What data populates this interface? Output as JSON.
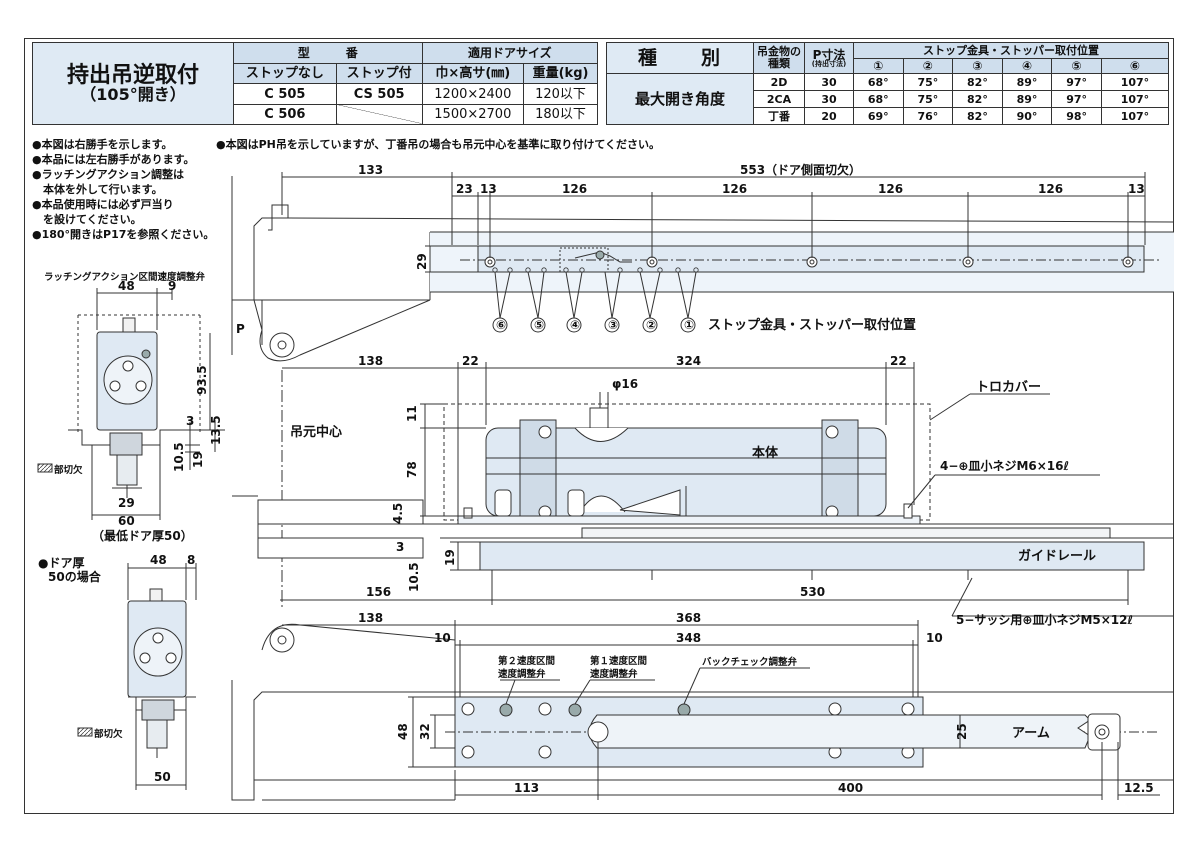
{
  "title": {
    "main": "持出吊逆取付",
    "sub": "（105°開き）"
  },
  "model_table": {
    "h_model": "型　　　番",
    "h_door": "適用ドアサイズ",
    "h_nostop": "ストップなし",
    "h_stop": "ストップ付",
    "h_size": "巾×高サ(㎜)",
    "h_weight": "重量(kg)",
    "rows": [
      {
        "nostop": "C 505",
        "stop": "CS 505",
        "size": "1200×2400",
        "weight": "120以下"
      },
      {
        "nostop": "C 506",
        "stop": "",
        "size": "1500×2700",
        "weight": "180以下"
      }
    ]
  },
  "angle_table": {
    "h_kind": "種　　別",
    "h_max": "最大開き角度",
    "h_hinge": "吊金物の種類",
    "h_p": "P寸法",
    "h_p_sub": "(持出寸法)",
    "h_pos": "ストップ金具・ストッパー取付位置",
    "cols": [
      "①",
      "②",
      "③",
      "④",
      "⑤",
      "⑥"
    ],
    "rows": [
      {
        "hinge": "2D",
        "p": "30",
        "vals": [
          "68°",
          "75°",
          "82°",
          "89°",
          "97°",
          "107°"
        ]
      },
      {
        "hinge": "2CA",
        "p": "30",
        "vals": [
          "68°",
          "75°",
          "82°",
          "89°",
          "97°",
          "107°"
        ]
      },
      {
        "hinge": "丁番",
        "p": "20",
        "vals": [
          "69°",
          "76°",
          "82°",
          "90°",
          "98°",
          "107°"
        ]
      }
    ]
  },
  "notes_left": [
    "●本図は右勝手を示します。",
    "●本品には左右勝手があります。",
    "●ラッチングアクション調整は",
    "　本体を外して行います。",
    "●本品使用時には必ず戸当り",
    "　を設けてください。",
    "●180°開きはP17を参照ください。"
  ],
  "note_top": "●本図はPH吊を示していますが、丁番吊の場合も吊元中心を基準に取り付けてください。",
  "labels": {
    "latch_valve": "ラッチングアクション区間速度調整弁",
    "cutout": "部切欠",
    "cutout2": "部切欠",
    "min_door": "（最低ドア厚50）",
    "door50_a": "●ドア厚",
    "door50_b": "50の場合",
    "stop_pos": "ストップ金具・ストッパー取付位置",
    "pivot_center": "吊元中心",
    "cover": "トロカバー",
    "body": "本体",
    "screw_m6": "4−⊕皿小ネジM6×16ℓ",
    "guide": "ガイドレール",
    "screw_m5": "5−サッシ用⊕皿小ネジM5×12ℓ",
    "speed2_a": "第２速度区間",
    "speed2_b": "速度調整弁",
    "speed1_a": "第１速度区間",
    "speed1_b": "速度調整弁",
    "backcheck": "バックチェック調整弁",
    "arm": "アーム",
    "p": "P",
    "phi16": "φ16"
  },
  "dims": {
    "d133": "133",
    "d553": "553（ドア側面切欠）",
    "d23": "23",
    "d13a": "13",
    "d126a": "126",
    "d126b": "126",
    "d126c": "126",
    "d126d": "126",
    "d13b": "13",
    "d29": "29",
    "d138a": "138",
    "d22a": "22",
    "d324": "324",
    "d22b": "22",
    "d11": "11",
    "d78": "78",
    "d4_5": "4.5",
    "d3b": "3",
    "d19b": "19",
    "d10_5b": "10.5",
    "d156": "156",
    "d530": "530",
    "d138b": "138",
    "d368": "368",
    "d10a": "10",
    "d348": "348",
    "d10b": "10",
    "d48b": "48",
    "d32": "32",
    "d25": "25",
    "d113": "113",
    "d400": "400",
    "d12_5": "12.5",
    "s48": "48",
    "s9": "9",
    "s93_5": "93.5",
    "s3": "3",
    "s13_5": "13.5",
    "s10_5": "10.5",
    "s19": "19",
    "s29": "29",
    "s60": "60",
    "t48": "48",
    "t8": "8",
    "t50": "50"
  },
  "circles": [
    "⑥",
    "⑤",
    "④",
    "③",
    "②",
    "①"
  ]
}
